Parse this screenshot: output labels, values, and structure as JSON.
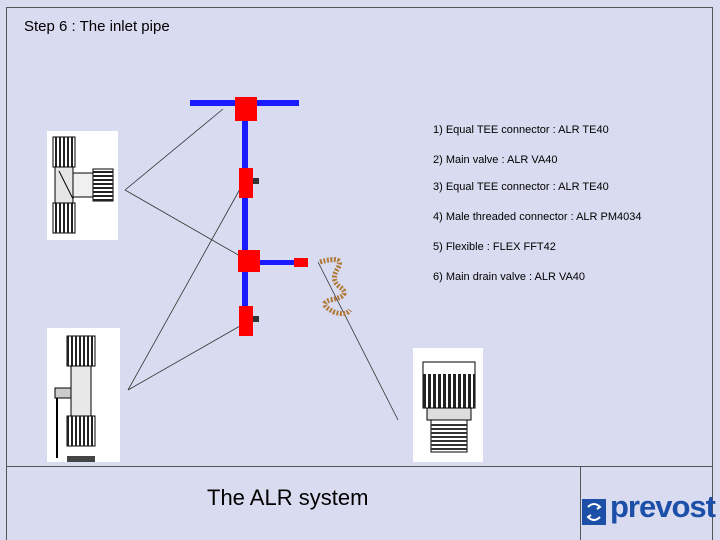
{
  "slide": {
    "title": "Step 6 : The inlet pipe",
    "items": [
      "1) Equal TEE connector : ALR TE40",
      "2) Main valve : ALR VA40",
      "3) Equal TEE connector : ALR TE40",
      "4) Male threaded connector : ALR PM4034",
      "5) Flexible : FLEX FFT42",
      "6) Main drain valve : ALR VA40"
    ],
    "footer": "The ALR system",
    "logo_text": "prevost"
  },
  "colors": {
    "background": "#d9dcf0",
    "pipe_blue": "#1a1aff",
    "fitting_red": "#ff0000",
    "flexible_brown": "#b07a3a",
    "logo_blue": "#1c4fa8"
  }
}
